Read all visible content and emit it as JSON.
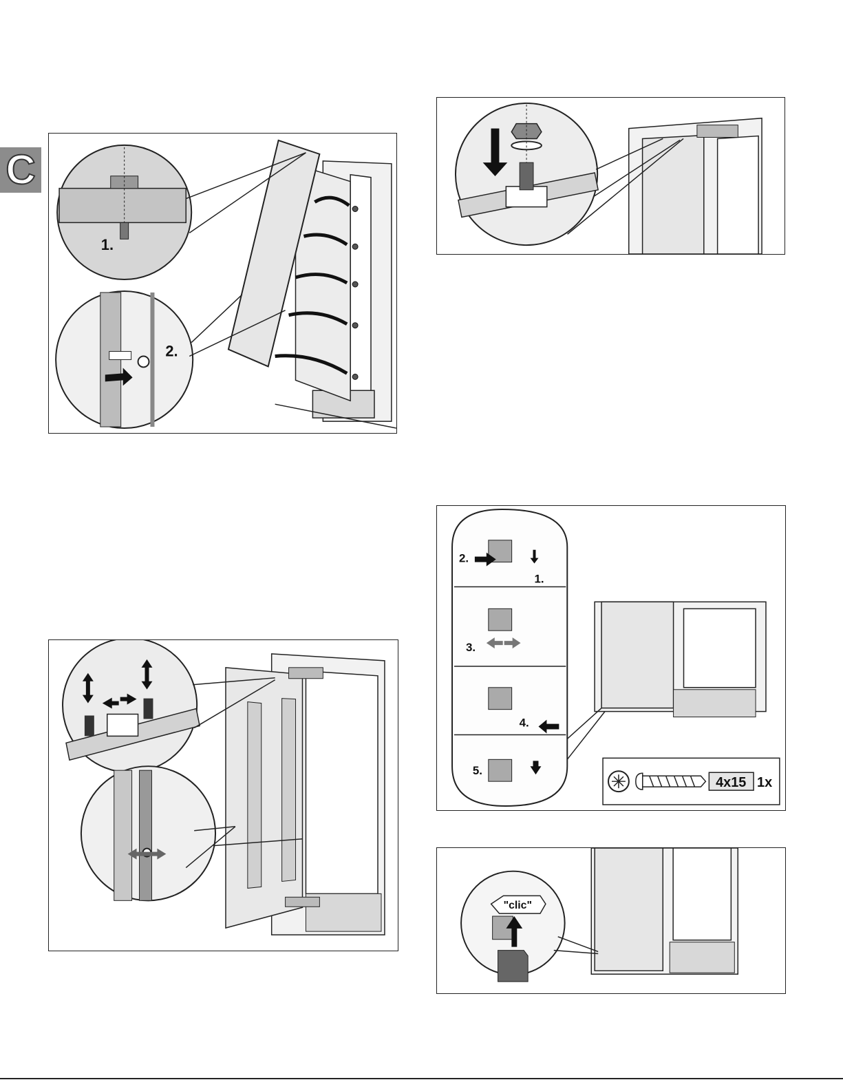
{
  "section_tab": {
    "letter": "C"
  },
  "figure1": {
    "step1": "1.",
    "step2": "2."
  },
  "figure3": {},
  "figure4": {
    "step1": "1.",
    "step2": "2.",
    "step3": "3.",
    "step4": "4.",
    "step5": "5.",
    "screw_size": "4x15",
    "screw_qty": "1x"
  },
  "figure5": {
    "sound": "\"clic\""
  },
  "colors": {
    "tab": "#8c8c8c",
    "line": "#222222",
    "panel_fill": "#e6e6e6",
    "arrow": "#111111",
    "gray_arrow": "#777777"
  }
}
